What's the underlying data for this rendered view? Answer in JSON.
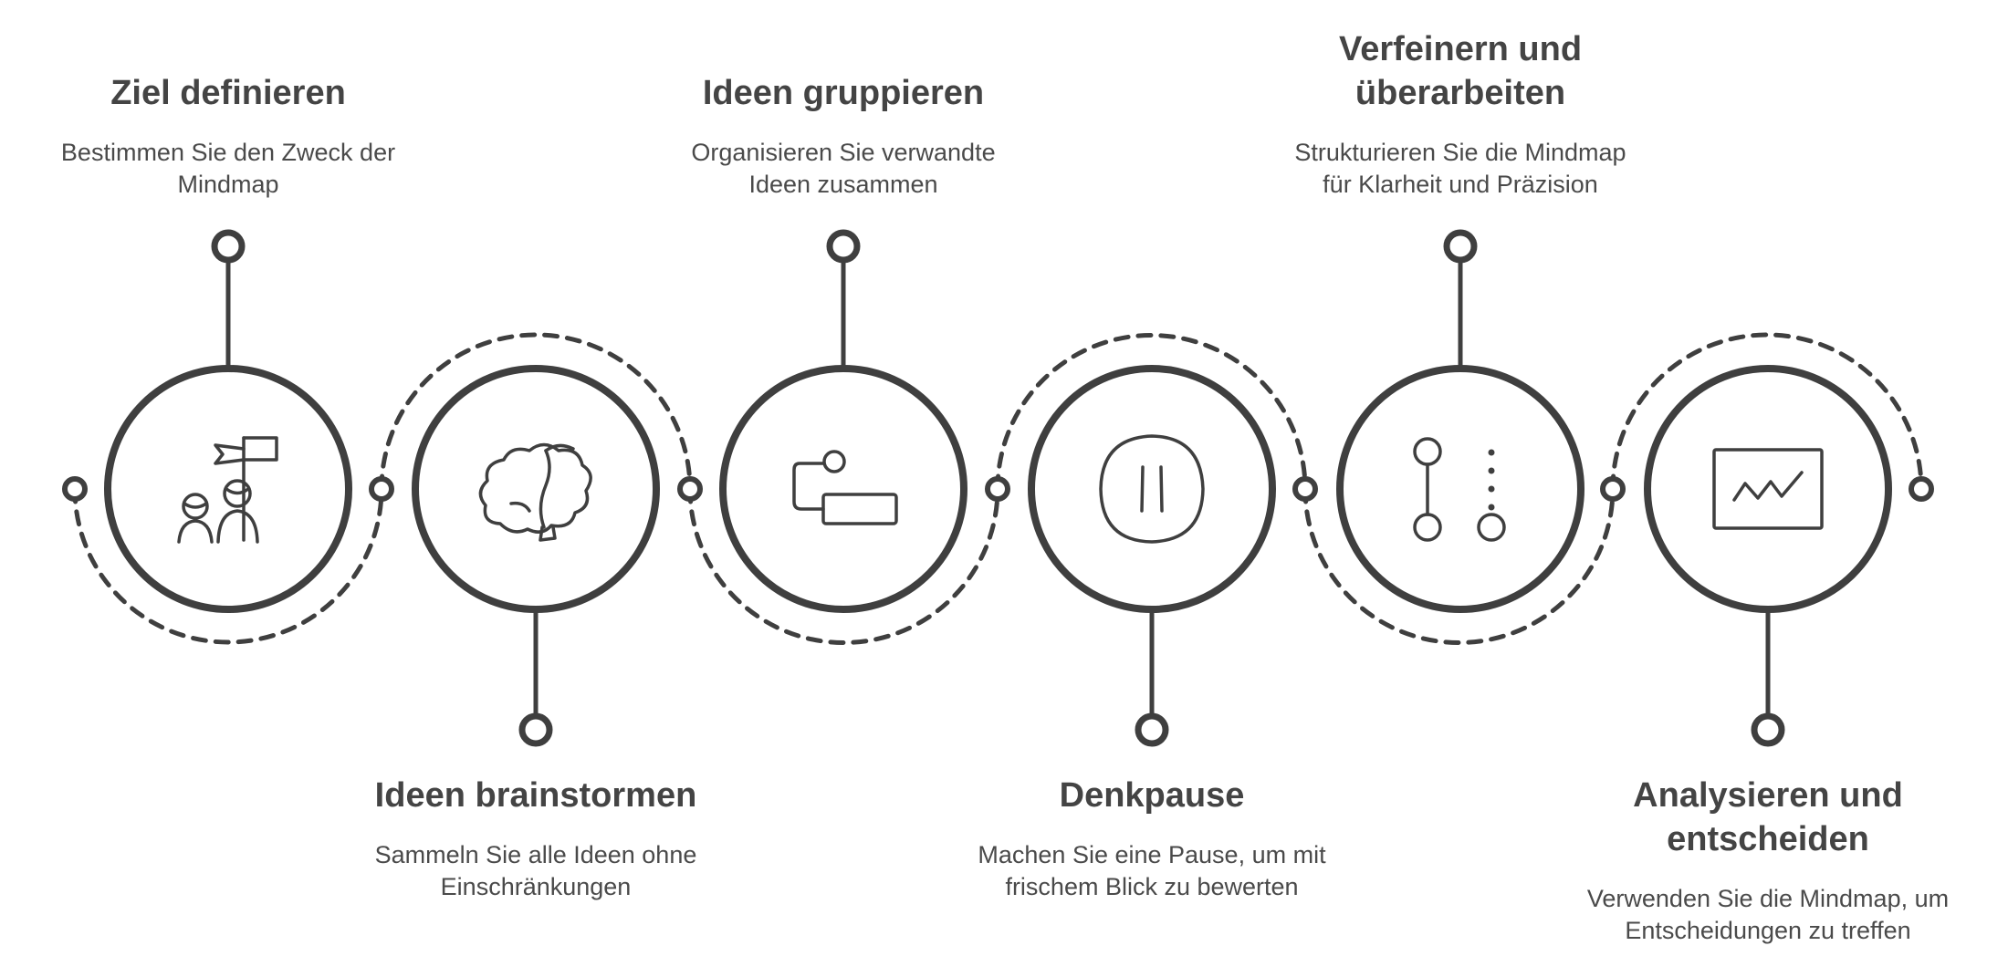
{
  "colors": {
    "stroke": "#3f3f3f",
    "title": "#444444",
    "text": "#4a4a4a",
    "background": "#ffffff"
  },
  "steps": [
    {
      "title": "Ziel definieren",
      "description": "Bestimmen Sie den Zweck der\nMindmap",
      "icon": "team-flag-icon",
      "position": "top"
    },
    {
      "title": "Ideen brainstormen",
      "description": "Sammeln Sie alle Ideen ohne\nEinschränkungen",
      "icon": "brain-icon",
      "position": "bottom"
    },
    {
      "title": "Ideen gruppieren",
      "description": "Organisieren Sie verwandte\nIdeen zusammen",
      "icon": "connected-box-icon",
      "position": "top"
    },
    {
      "title": "Denkpause",
      "description": "Machen Sie eine Pause, um mit\nfrischem Blick zu bewerten",
      "icon": "pause-icon",
      "position": "bottom"
    },
    {
      "title": "Verfeinern und\nüberarbeiten",
      "description": "Strukturieren Sie die Mindmap\nfür Klarheit und Präzision",
      "icon": "nodes-dots-icon",
      "position": "top"
    },
    {
      "title": "Analysieren und\nentscheiden",
      "description": "Verwenden Sie die Mindmap, um\nEntscheidungen zu treffen",
      "icon": "chart-board-icon",
      "position": "bottom"
    }
  ]
}
